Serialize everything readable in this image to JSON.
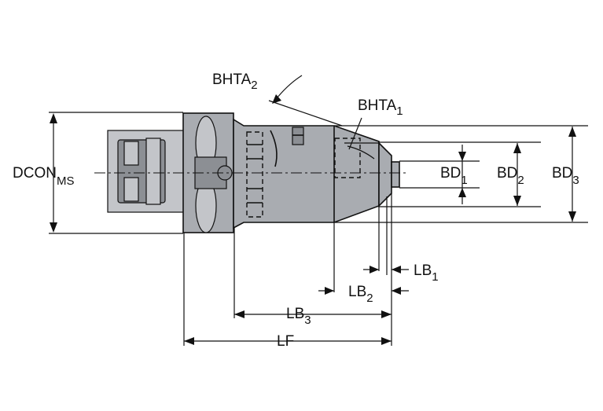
{
  "labels": {
    "bhta2": {
      "main": "BHTA",
      "sub": "2"
    },
    "bhta1": {
      "main": "BHTA",
      "sub": "1"
    },
    "dcon": {
      "main": "DCON",
      "sub": "MS"
    },
    "bd1": {
      "main": "BD",
      "sub": "1"
    },
    "bd2": {
      "main": "BD",
      "sub": "2"
    },
    "bd3": {
      "main": "BD",
      "sub": "3"
    },
    "lb1": {
      "main": "LB",
      "sub": "1"
    },
    "lb2": {
      "main": "LB",
      "sub": "2"
    },
    "lb3": {
      "main": "LB",
      "sub": "3"
    },
    "lf": {
      "main": "LF",
      "sub": ""
    }
  },
  "colors": {
    "body": "#a9acb1",
    "body_dark": "#8c8f94",
    "body_light": "#c3c5c9",
    "line": "#111111"
  }
}
